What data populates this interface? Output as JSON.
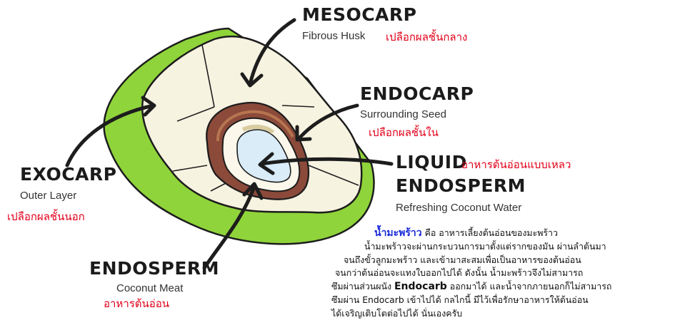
{
  "labels": {
    "mesocarp": {
      "title": "MESOCARP",
      "sub": "Fibrous Husk",
      "thai": "เปลือกผลชั้นกลาง"
    },
    "endocarp": {
      "title": "ENDOCARP",
      "sub": "Surrounding Seed",
      "thai": "เปลือกผลชั้นใน"
    },
    "liquid": {
      "title1": "LIQUID",
      "title2": "ENDOSPERM",
      "sub": "Refreshing Coconut Water",
      "thai": "อาหารต้นอ่อนแบบเหลว"
    },
    "exocarp": {
      "title": "EXOCARP",
      "sub": "Outer Layer",
      "thai": "เปลือกผลชั้นนอก"
    },
    "endosperm": {
      "title": "ENDOSPERM",
      "sub": "Coconut Meat",
      "thai": "อาหารต้นอ่อน"
    }
  },
  "paragraph": {
    "l1_term": "น้ำมะพร้าว",
    "l1_rest": " คือ อาหารเลี้ยงต้นอ่อนของมะพร้าว",
    "l2": "น้ำมะพร้าวจะผ่านกระบวนการมาตั้งแต่รากของมัน ผ่านลำต้นมา",
    "l3": "จนถึงขั้วลูกมะพร้าว และเข้ามาสะสมเพื่อเป็นอาหารของต้นอ่อน",
    "l4": "จนกว่าต้นอ่อนจะแทงใบออกไปได้  ดังนั้น  น้ำมะพร้าวจึงไม่สามารถ",
    "l5_a": "ซึมผ่านส่วนผนัง ",
    "l5_term": "Endocarb",
    "l5_b": " ออกมาได้  และน้ำจากภายนอกก็ไม่สามารถ",
    "l6": "ซึมผ่าน Endocarb เข้าไปได้  กลไกนี้ มีไว้เพื่อรักษาอาหารให้ต้นอ่อน",
    "l7": "ได้เจริญเติบโตต่อไปได้ นั่นเองครับ"
  },
  "colors": {
    "exocarp": "#8fd43a",
    "mesocarp": "#f7f3e1",
    "endocarp": "#8b4a3a",
    "liquid": "#d9ecf8",
    "accent_red": "#e2001a",
    "accent_blue": "#1a2ad8"
  }
}
